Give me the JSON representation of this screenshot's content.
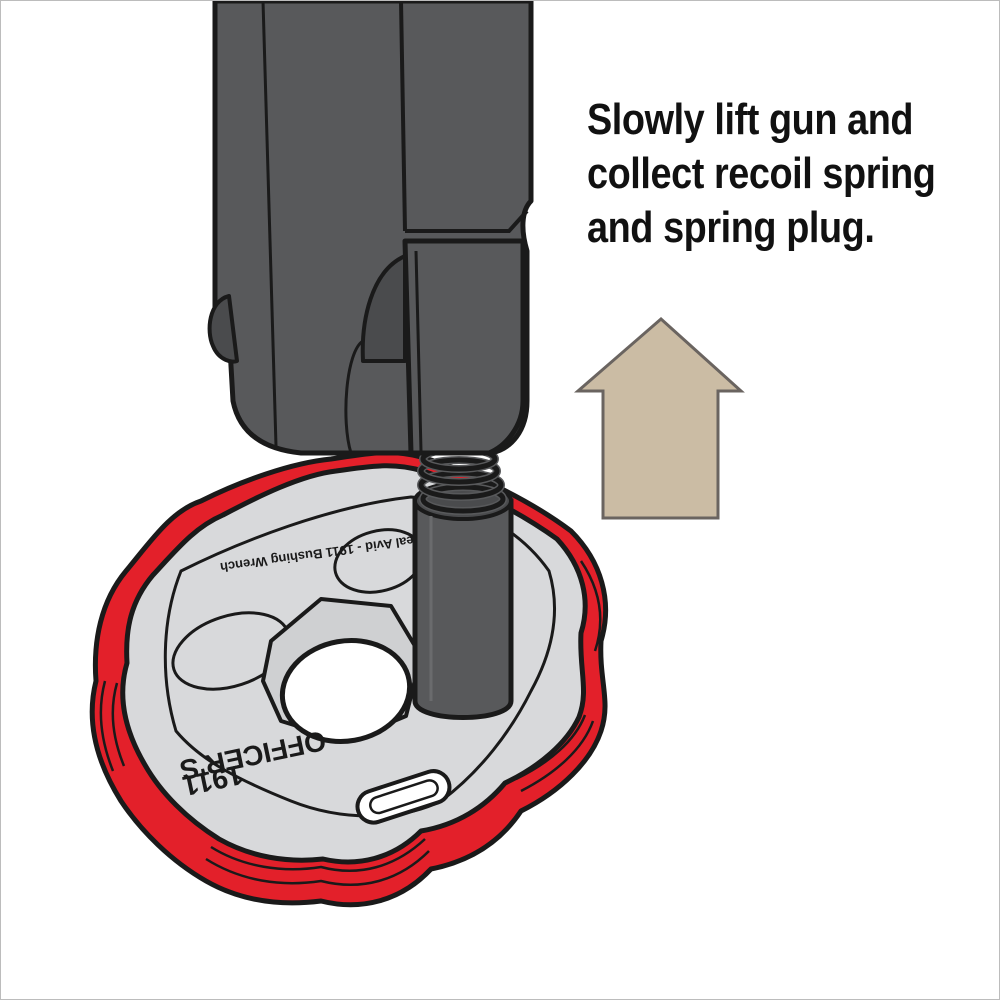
{
  "instruction": {
    "lines": [
      "Slowly lift gun and",
      "collect recoil spring",
      "and spring plug."
    ]
  },
  "wrench": {
    "engraving_top": "Real Avid - 1911 Bushing Wrench",
    "model_line1": "1911",
    "model_line2": "OFFICER'S"
  },
  "colors": {
    "gun": "#58595b",
    "gun_dark": "#4a4b4d",
    "wrench_body": "#d8d9db",
    "wrench_rim": "#e3202a",
    "arrow": "#cbbca4",
    "outline": "#1a1a1a"
  },
  "icons": {
    "arrow": "arrow-up-icon"
  }
}
